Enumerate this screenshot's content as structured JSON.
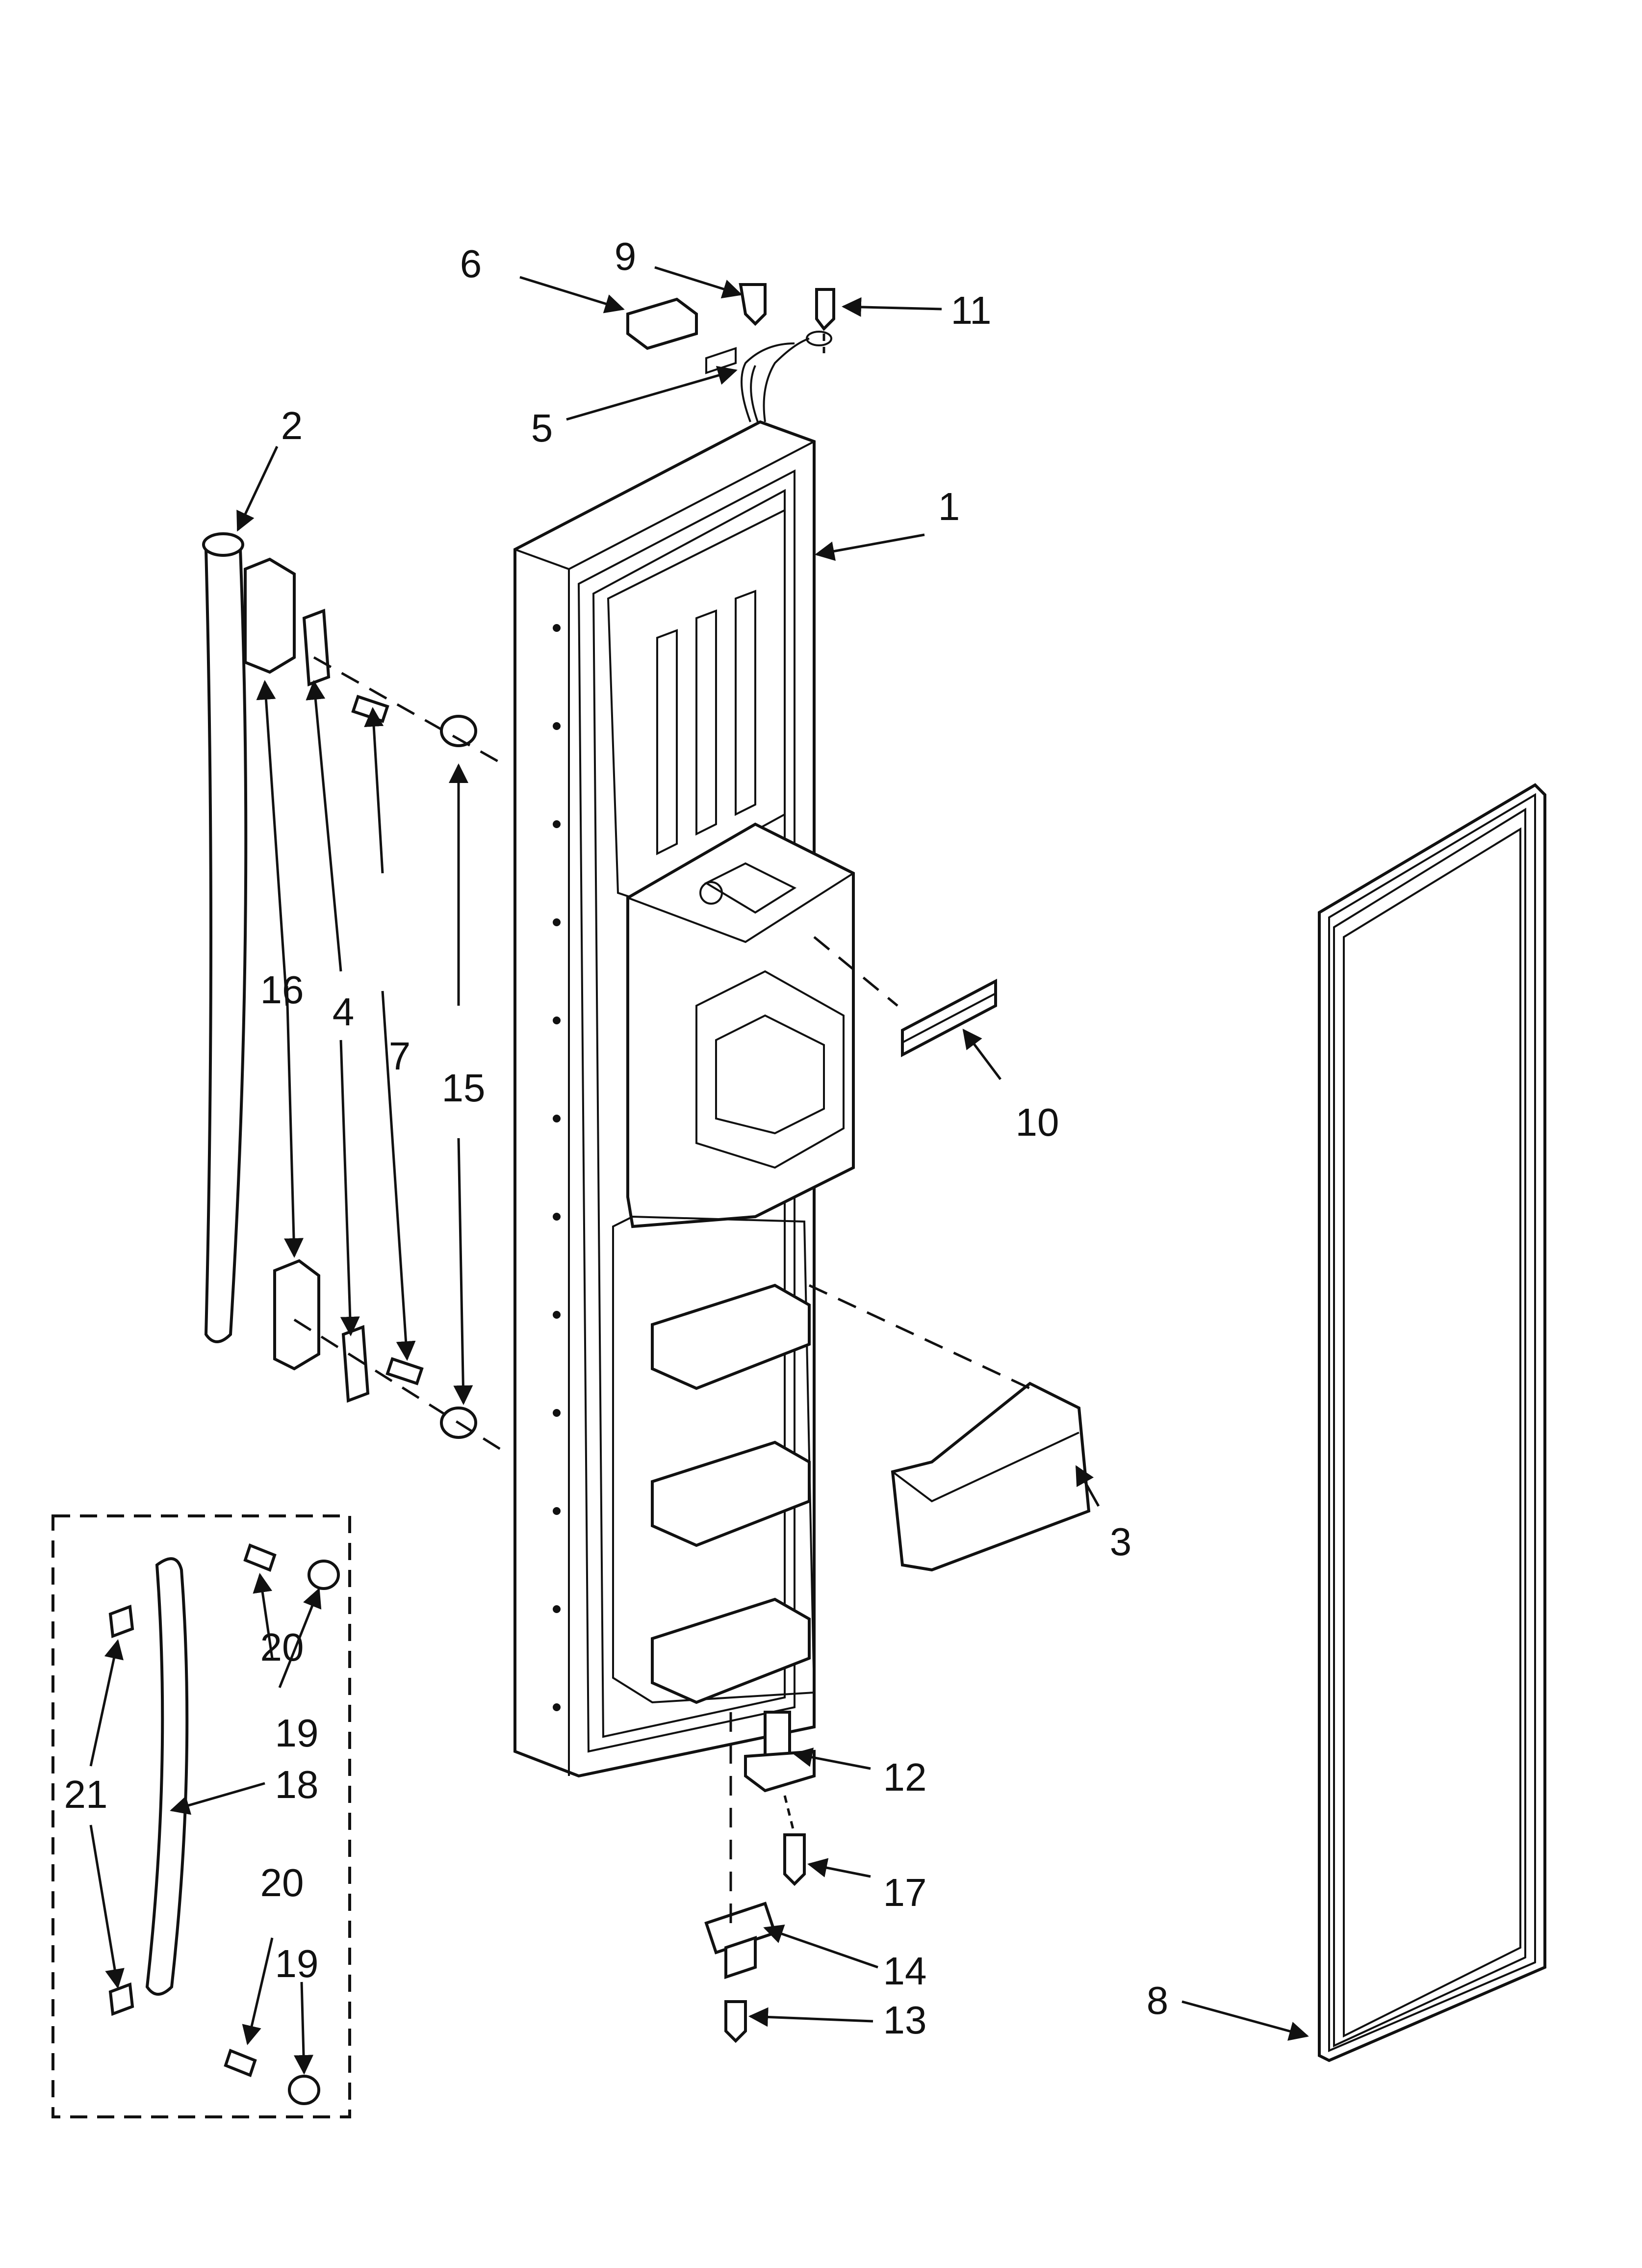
{
  "diagram": {
    "type": "exploded-parts-diagram",
    "callouts": [
      {
        "id": "c1",
        "label": "1"
      },
      {
        "id": "c2",
        "label": "2"
      },
      {
        "id": "c3",
        "label": "3"
      },
      {
        "id": "c4",
        "label": "4"
      },
      {
        "id": "c5",
        "label": "5"
      },
      {
        "id": "c6",
        "label": "6"
      },
      {
        "id": "c7",
        "label": "7"
      },
      {
        "id": "c8",
        "label": "8"
      },
      {
        "id": "c9",
        "label": "9"
      },
      {
        "id": "c10",
        "label": "10"
      },
      {
        "id": "c11",
        "label": "11"
      },
      {
        "id": "c12",
        "label": "12"
      },
      {
        "id": "c13",
        "label": "13"
      },
      {
        "id": "c14",
        "label": "14"
      },
      {
        "id": "c15",
        "label": "15"
      },
      {
        "id": "c16",
        "label": "16"
      },
      {
        "id": "c17",
        "label": "17"
      },
      {
        "id": "c18",
        "label": "18"
      },
      {
        "id": "c19a",
        "label": "19"
      },
      {
        "id": "c19b",
        "label": "19"
      },
      {
        "id": "c20a",
        "label": "20"
      },
      {
        "id": "c20b",
        "label": "20"
      },
      {
        "id": "c21",
        "label": "21"
      }
    ]
  },
  "colors": {
    "line": "#111111",
    "background": "#ffffff"
  }
}
